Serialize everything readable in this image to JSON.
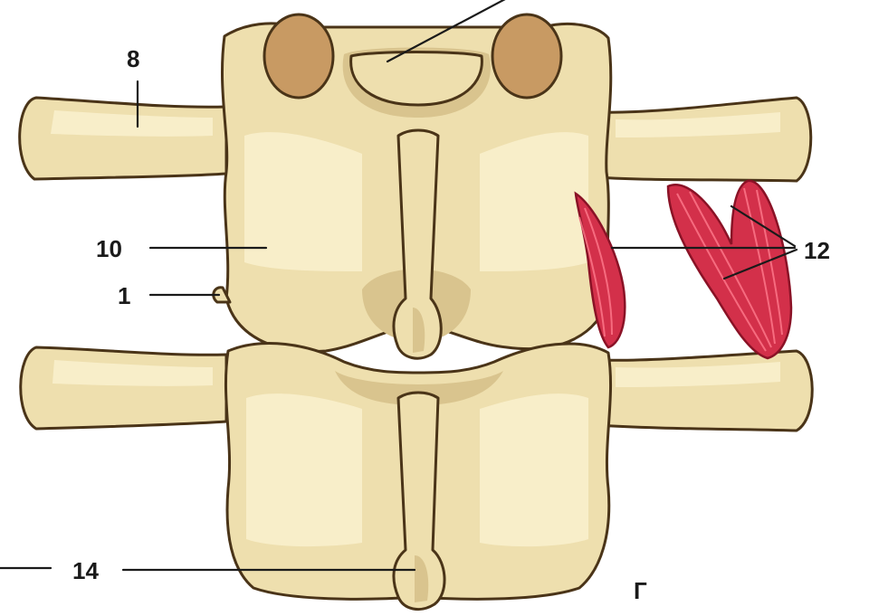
{
  "labels": {
    "l8": "8",
    "l10": "10",
    "l1": "1",
    "l12": "12",
    "l14": "14",
    "panel": "Г"
  },
  "colors": {
    "bone": "#eedfae",
    "bone_outline": "#4a3418",
    "facet": "#c89a63",
    "muscle": "#d3304a",
    "label": "#1a1a1a"
  }
}
